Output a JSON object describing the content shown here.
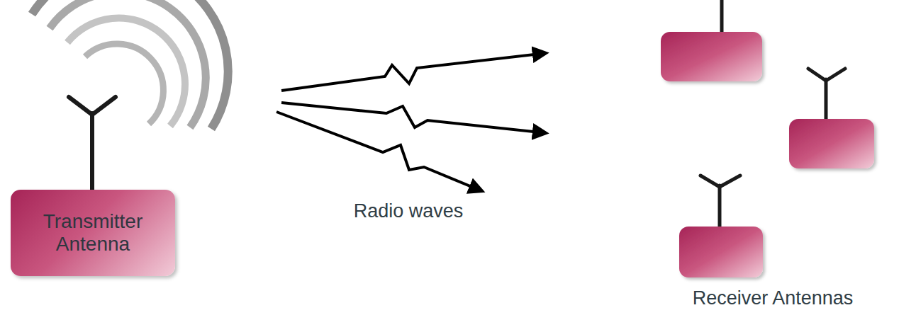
{
  "diagram": {
    "nodes": [
      {
        "text": [
          "Transmitter Antenna"
        ]
      }
    ],
    "labels": [
      "Radio waves",
      "Receiver Antennas"
    ]
  }
}
